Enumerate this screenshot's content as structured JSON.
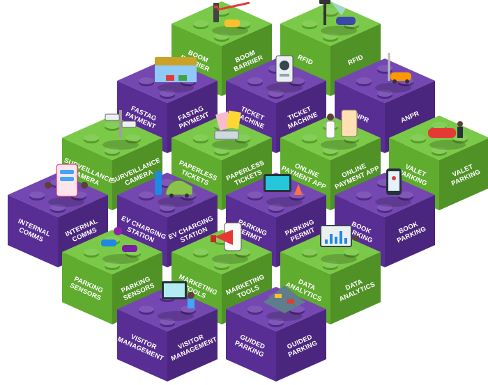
{
  "colors": {
    "green": "#6cc334",
    "purple": "#6433a8"
  },
  "blocks": [
    {
      "id": "boom-barrier",
      "lines": [
        "BOOM",
        "BARRIER"
      ],
      "color": "green",
      "icon": "boom-barrier-icon"
    },
    {
      "id": "rfid",
      "lines": [
        "RFID"
      ],
      "color": "green",
      "icon": "rfid-reader-icon"
    },
    {
      "id": "fastag-payment",
      "lines": [
        "FASTAG",
        "PAYMENT"
      ],
      "color": "purple",
      "icon": "toll-plaza-icon"
    },
    {
      "id": "ticket-machine",
      "lines": [
        "TICKET",
        "MACHINE"
      ],
      "color": "purple",
      "icon": "ticket-machine-icon"
    },
    {
      "id": "anpr",
      "lines": [
        "ANPR"
      ],
      "color": "purple",
      "icon": "anpr-camera-icon"
    },
    {
      "id": "surveillance-camera",
      "lines": [
        "SURVEILLANCE",
        "CAMERA"
      ],
      "color": "green",
      "icon": "cctv-camera-icon"
    },
    {
      "id": "paperless-tickets",
      "lines": [
        "PAPERLESS",
        "TICKETS"
      ],
      "color": "green",
      "icon": "paperless-ticket-icon"
    },
    {
      "id": "online-payment-app",
      "lines": [
        "ONLINE",
        "PAYMENT APP"
      ],
      "color": "green",
      "icon": "payment-app-icon"
    },
    {
      "id": "valet-parking",
      "lines": [
        "VALET",
        "PARKING"
      ],
      "color": "green",
      "icon": "valet-icon"
    },
    {
      "id": "internal-comms",
      "lines": [
        "INTERNAL",
        "COMMS"
      ],
      "color": "purple",
      "icon": "chat-icon"
    },
    {
      "id": "ev-charging-station",
      "lines": [
        "EV CHARGING",
        "STATION"
      ],
      "color": "purple",
      "icon": "ev-charger-icon"
    },
    {
      "id": "parking-permit",
      "lines": [
        "PARKING",
        "PERMIT"
      ],
      "color": "purple",
      "icon": "parking-permit-icon"
    },
    {
      "id": "book-parking",
      "lines": [
        "BOOK",
        "PARKING"
      ],
      "color": "purple",
      "icon": "booking-phone-icon"
    },
    {
      "id": "parking-sensors",
      "lines": [
        "PARKING",
        "SENSORS"
      ],
      "color": "green",
      "icon": "parking-sensor-icon"
    },
    {
      "id": "marketing-tools",
      "lines": [
        "MARKETING",
        "TOOLS"
      ],
      "color": "green",
      "icon": "megaphone-icon"
    },
    {
      "id": "data-analytics",
      "lines": [
        "DATA",
        "ANALYTICS"
      ],
      "color": "green",
      "icon": "analytics-dashboard-icon"
    },
    {
      "id": "visitor-management",
      "lines": [
        "VISITOR",
        "MANAGEMENT"
      ],
      "color": "purple",
      "icon": "visitor-desk-icon"
    },
    {
      "id": "guided-parking",
      "lines": [
        "GUIDED",
        "PARKING"
      ],
      "color": "purple",
      "icon": "guided-parking-icon"
    }
  ]
}
